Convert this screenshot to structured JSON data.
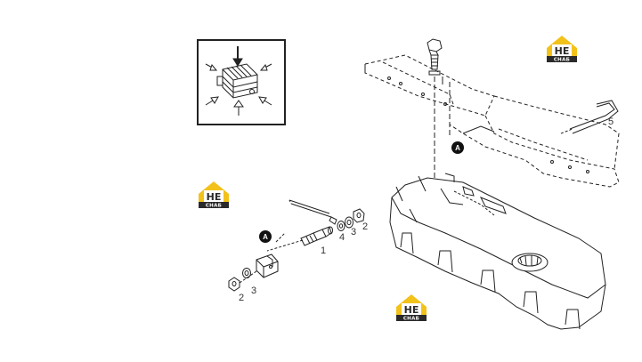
{
  "logos": [
    {
      "id": "logo-top-right",
      "mark": "НЕ",
      "caption": "СНАБ"
    },
    {
      "id": "logo-left",
      "mark": "НЕ",
      "caption": "СНАБ"
    },
    {
      "id": "logo-bottom",
      "mark": "НЕ",
      "caption": "СНАБ"
    }
  ],
  "callouts": {
    "upper": "A",
    "lower": "A"
  },
  "part_labels": {
    "p1": "1",
    "p2_right": "2",
    "p2_left": "2",
    "p3_right": "3",
    "p3_left": "3",
    "p4": "4",
    "p5": "5"
  },
  "colors": {
    "line": "#222222",
    "logo_yellow": "#f2c21b",
    "logo_dark": "#2a2a2a"
  }
}
